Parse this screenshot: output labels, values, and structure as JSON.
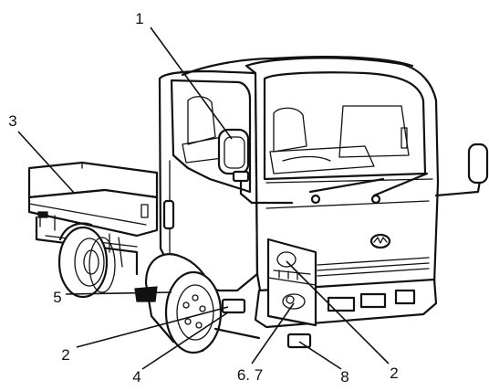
{
  "diagram": {
    "callouts": [
      {
        "id": "c1",
        "label": "1"
      },
      {
        "id": "c2a",
        "label": "2"
      },
      {
        "id": "c2b",
        "label": "2"
      },
      {
        "id": "c3",
        "label": "3"
      },
      {
        "id": "c4",
        "label": "4"
      },
      {
        "id": "c5",
        "label": "5"
      },
      {
        "id": "c67",
        "label": "6. 7"
      },
      {
        "id": "c8",
        "label": "8"
      }
    ]
  }
}
